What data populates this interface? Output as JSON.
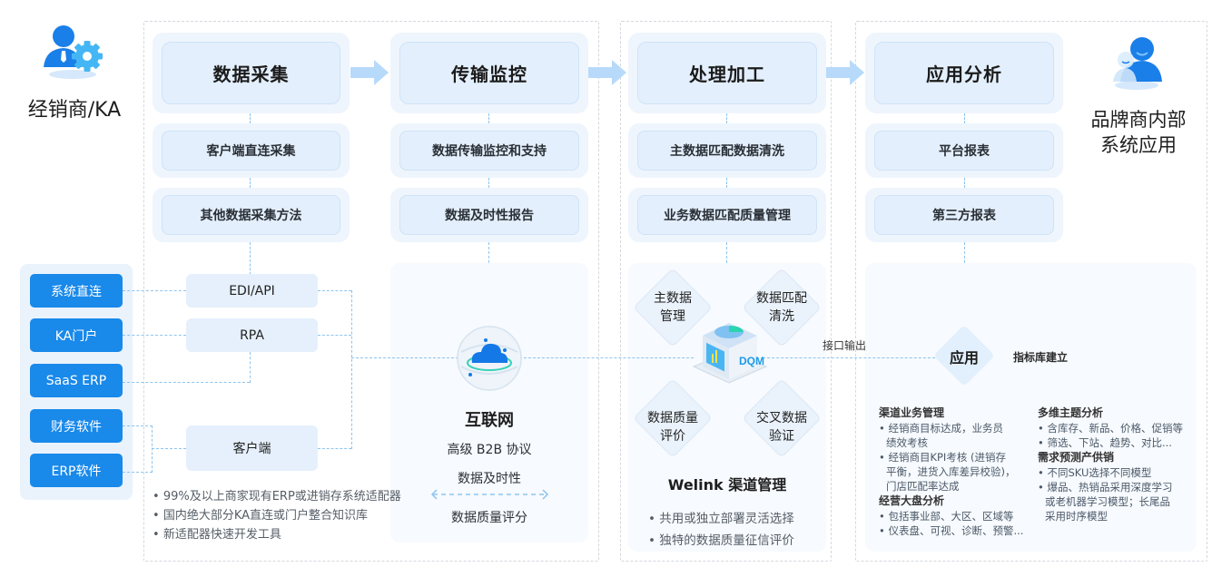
{
  "left_actor": {
    "icon": "distributor-gear-icon",
    "label": "经销商/KA"
  },
  "right_actor": {
    "icon": "brand-users-icon",
    "label_line1": "品牌商内部",
    "label_line2": "系统应用"
  },
  "stages": [
    {
      "title": "数据采集",
      "items": [
        "客户端直连采集",
        "其他数据采集方法"
      ]
    },
    {
      "title": "传输监控",
      "items": [
        "数据传输监控和支持",
        "数据及时性报告"
      ]
    },
    {
      "title": "处理加工",
      "items": [
        "主数据匹配数据清洗",
        "业务数据匹配质量管理"
      ]
    },
    {
      "title": "应用分析",
      "items": [
        "平台报表",
        "第三方报表"
      ]
    }
  ],
  "sources": [
    "系统直连",
    "KA门户",
    "SaaS ERP",
    "财务软件",
    "ERP软件"
  ],
  "connectors": [
    "EDI/API",
    "RPA",
    "客户端"
  ],
  "collection_notes": [
    "99%及以上商家现有ERP或进销存系统适配器",
    "国内绝大部分KA直连或门户整合知识库",
    "新适配器快速开发工具"
  ],
  "internet": {
    "icon": "cloud-globe-icon",
    "title": "互联网",
    "lines": [
      "高级 B2B 协议",
      "数据及时性",
      "数据质量评分"
    ]
  },
  "processing": {
    "icon": "dqm-server-icon",
    "dqm_label": "DQM",
    "diamonds": [
      "主数据\n管理",
      "数据匹配\n清洗",
      "数据质量\n评价",
      "交叉数据\n验证"
    ],
    "diamond_lines": [
      [
        "主数据",
        "管理"
      ],
      [
        "数据匹配",
        "清洗"
      ],
      [
        "数据质量",
        "评价"
      ],
      [
        "交叉数据",
        "验证"
      ]
    ],
    "title": "Welink 渠道管理",
    "notes": [
      "共用或独立部署灵活选择",
      "独特的数据质量征信评价"
    ]
  },
  "interface_output": "接口输出",
  "application": {
    "node": "应用",
    "side_label": "指标库建立",
    "col1": [
      {
        "type": "head",
        "text": "渠道业务管理"
      },
      {
        "type": "item",
        "text": "经销商目标达成，业务员"
      },
      {
        "type": "cont",
        "text": "绩效考核"
      },
      {
        "type": "item",
        "text": "经销商目KPI考核 (进销存"
      },
      {
        "type": "cont",
        "text": "平衡，进货入库差异校验)，"
      },
      {
        "type": "cont",
        "text": "门店匹配率达成"
      },
      {
        "type": "head",
        "text": "经营大盘分析"
      },
      {
        "type": "item",
        "text": "包括事业部、大区、区域等"
      },
      {
        "type": "item",
        "text": "仪表盘、可视、诊断、预警..."
      }
    ],
    "col2": [
      {
        "type": "head",
        "text": "多维主题分析"
      },
      {
        "type": "item",
        "text": "含库存、新品、价格、促销等"
      },
      {
        "type": "item",
        "text": "筛选、下站、趋势、对比..."
      },
      {
        "type": "head",
        "text": "需求预测产供销"
      },
      {
        "type": "item",
        "text": "不同SKU选择不同模型"
      },
      {
        "type": "item",
        "text": "爆品、热销品采用深度学习"
      },
      {
        "type": "cont",
        "text": "或老机器学习模型；长尾品"
      },
      {
        "type": "cont",
        "text": "采用时序模型"
      }
    ]
  },
  "colors": {
    "accent": "#1989ea",
    "panel": "#eef5fd",
    "connector_line": "#8cc4ef"
  }
}
